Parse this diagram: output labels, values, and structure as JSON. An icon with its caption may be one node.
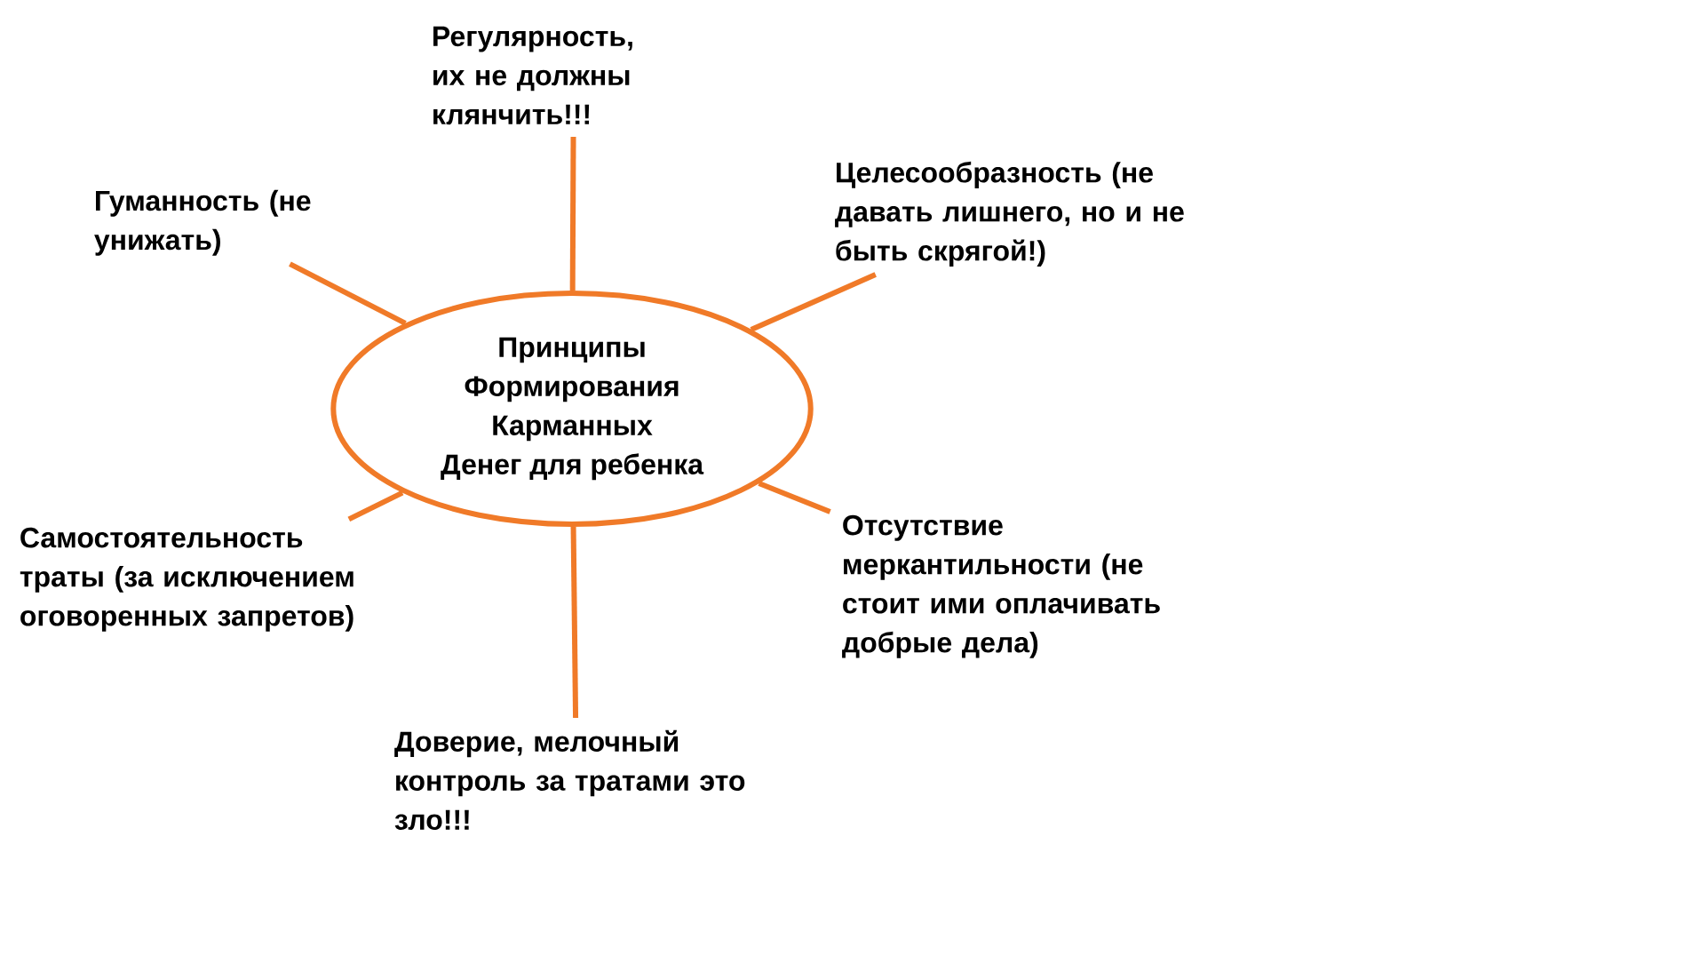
{
  "diagram": {
    "nodes": [
      {
        "text": [
          "Принципы Формирования Карманных Денег для ребенка"
        ]
      },
      {
        "text": [
          "Регулярность, их не должны клянчить!!!"
        ]
      },
      {
        "text": [
          "Гуманность (не унижать)"
        ]
      },
      {
        "text": [
          "Целесообразность (не давать лишнего, но и не быть скрягой!)"
        ]
      },
      {
        "text": [
          "Самостоятельность траты (за исключением оговоренных запретов)"
        ]
      },
      {
        "text": [
          "Отсутствие меркантильности (не стоит ими оплачивать добрые дела)"
        ]
      },
      {
        "text": [
          "Доверие, мелочный контроль за тратами это зло!!!"
        ]
      }
    ],
    "edges": [
      {
        "from": 0,
        "to": 1,
        "arrow": "none"
      },
      {
        "from": 0,
        "to": 2,
        "arrow": "none"
      },
      {
        "from": 0,
        "to": 3,
        "arrow": "none"
      },
      {
        "from": 0,
        "to": 4,
        "arrow": "none"
      },
      {
        "from": 0,
        "to": 5,
        "arrow": "none"
      },
      {
        "from": 0,
        "to": 6,
        "arrow": "none"
      }
    ]
  }
}
